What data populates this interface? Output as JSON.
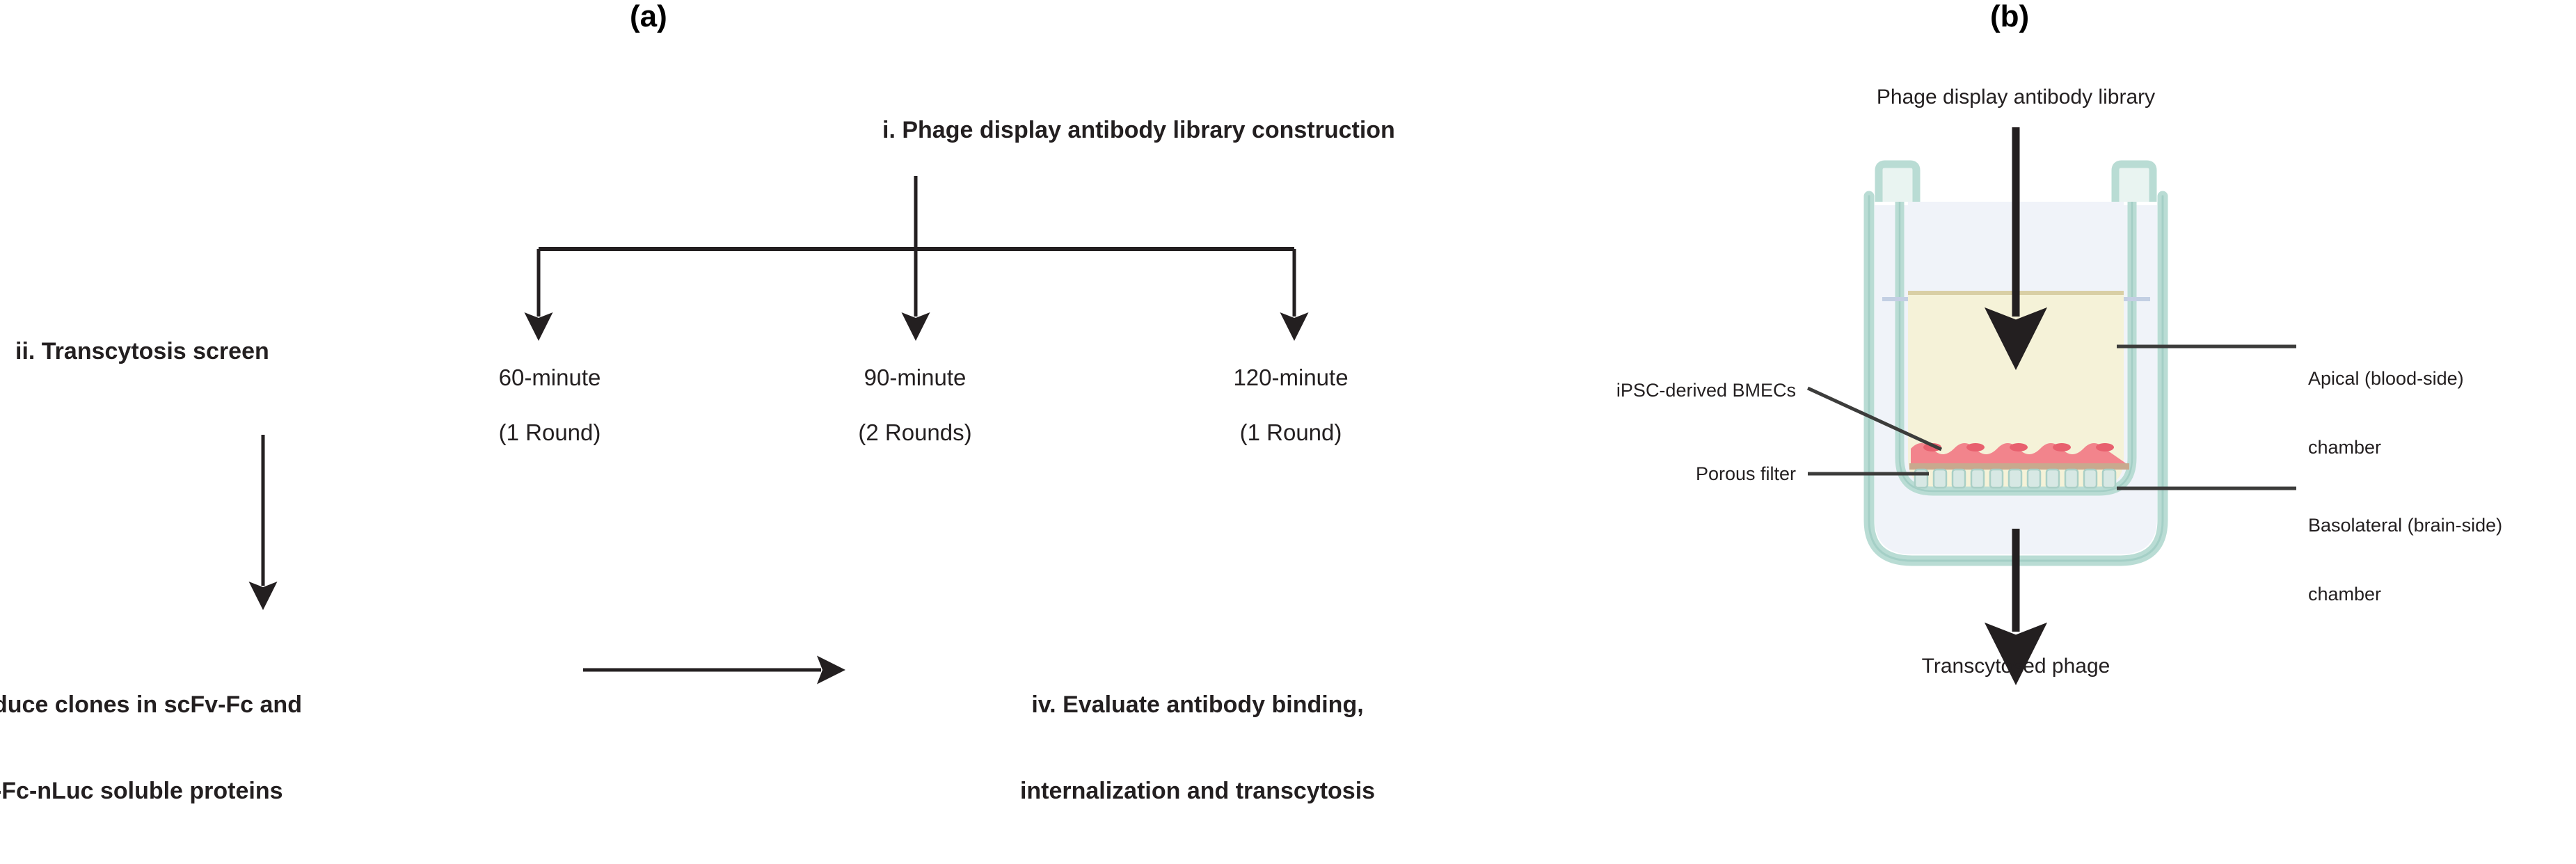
{
  "figure": {
    "panels": [
      {
        "letter": "(a)",
        "name": "phage-display-workflow"
      },
      {
        "letter": "(b)",
        "name": "transwell-bbb-model"
      }
    ]
  },
  "panel_a": {
    "letter": "(a)",
    "step_i": "i. Phage display antibody library construction",
    "step_ii": "ii. Transcytosis screen",
    "step_iii_line1": "iii. Produce clones in scFv-Fc and",
    "step_iii_line2": "scFv-Fc-nLuc soluble proteins",
    "step_iv_line1": "iv. Evaluate antibody binding,",
    "step_iv_line2": "internalization and transcytosis",
    "timepoints": [
      {
        "duration": "60-minute",
        "rounds": "(1 Round)"
      },
      {
        "duration": "90-minute",
        "rounds": "(2 Rounds)"
      },
      {
        "duration": "120-minute",
        "rounds": "(1 Round)"
      }
    ],
    "arrows": [
      {
        "name": "library-to-screen-arrow",
        "direction": "down"
      },
      {
        "name": "branch-arrow-60min",
        "direction": "down"
      },
      {
        "name": "branch-arrow-90min",
        "direction": "down"
      },
      {
        "name": "branch-arrow-120min",
        "direction": "down"
      },
      {
        "name": "screen-to-produce-arrow",
        "direction": "down"
      },
      {
        "name": "produce-to-evaluate-arrow",
        "direction": "right"
      }
    ]
  },
  "panel_b": {
    "letter": "(b)",
    "top_label": "Phage display antibody library",
    "bottom_label": "Transcytosed phage",
    "left_labels": [
      "iPSC-derived BMECs",
      "Porous filter"
    ],
    "right_labels_line1": [
      "Apical (blood-side)",
      "Basolateral (brain-side)"
    ],
    "right_labels_line2": [
      "chamber",
      "chamber"
    ],
    "arrows": [
      {
        "name": "phage-input-arrow",
        "direction": "down"
      },
      {
        "name": "transcytosed-output-arrow",
        "direction": "down"
      }
    ]
  },
  "colors": {
    "text": "#231f20",
    "arrow": "#231f20",
    "leader_line": "#3c3c3b",
    "well_wall": "#b9dcd4",
    "well_wall_edge": "#9ecbc1",
    "well_fluid": "#f0f3f9",
    "insert_media": "#f5f2d8",
    "media_surface": "#d9cfa5",
    "cell_layer": "#f2848c",
    "cell_nucleus": "#e8606e",
    "membrane": "#c8a98e",
    "filter_pore": "#d7e8e4",
    "background": "#ffffff"
  }
}
